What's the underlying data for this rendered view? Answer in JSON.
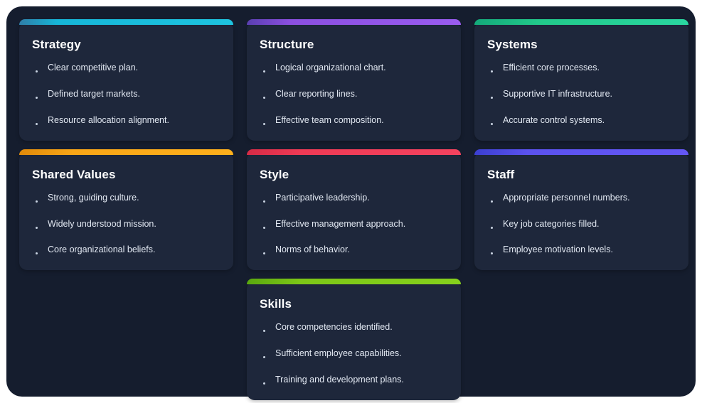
{
  "page": {
    "background_color": "#ffffff",
    "board_background_color": "#151d2e",
    "card_background_color": "#1e273b",
    "title_color": "#ffffff",
    "text_color": "#e2e8f2",
    "bullet_color": "#c9d3e2"
  },
  "cards": [
    {
      "id": "strategy",
      "title": "Strategy",
      "accent_color": "#1ec4e0",
      "accent_class": "accent-cyan",
      "points": [
        "Clear competitive plan.",
        "Defined target markets.",
        "Resource allocation alignment."
      ]
    },
    {
      "id": "structure",
      "title": "Structure",
      "accent_color": "#9a5cf0",
      "accent_class": "accent-purple",
      "points": [
        "Logical organizational chart.",
        "Clear reporting lines.",
        "Effective team composition."
      ]
    },
    {
      "id": "systems",
      "title": "Systems",
      "accent_color": "#2ad6a0",
      "accent_class": "accent-green",
      "points": [
        "Efficient core processes.",
        "Supportive IT infrastructure.",
        "Accurate control systems."
      ]
    },
    {
      "id": "shared-values",
      "title": "Shared Values",
      "accent_color": "#ffb01c",
      "accent_class": "accent-orange",
      "points": [
        "Strong, guiding culture.",
        "Widely understood mission.",
        "Core organizational beliefs."
      ]
    },
    {
      "id": "style",
      "title": "Style",
      "accent_color": "#f5435f",
      "accent_class": "accent-red",
      "points": [
        "Participative leadership.",
        "Effective management approach.",
        "Norms of behavior."
      ]
    },
    {
      "id": "staff",
      "title": "Staff",
      "accent_color": "#6457f5",
      "accent_class": "accent-indigo",
      "points": [
        "Appropriate personnel numbers.",
        "Key job categories filled.",
        "Employee motivation levels."
      ]
    },
    {
      "id": "skills",
      "title": "Skills",
      "accent_color": "#86d11c",
      "accent_class": "accent-lime",
      "points": [
        "Core competencies identified.",
        "Sufficient employee capabilities.",
        "Training and development plans."
      ]
    }
  ]
}
